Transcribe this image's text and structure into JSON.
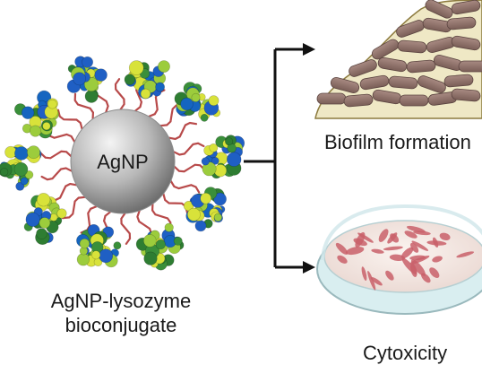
{
  "core": {
    "label": "AgNP"
  },
  "conjugate": {
    "label_line1": "AgNP-lysozyme",
    "label_line2": "bioconjugate"
  },
  "outcomes": [
    {
      "label": "Biofilm formation"
    },
    {
      "label": "Cytoxicity"
    }
  ],
  "colors": {
    "silver": "#b5b5b5",
    "linker": "#b84a4a",
    "protein_blue": "#1f5fc4",
    "protein_green": "#3a8f3a",
    "protein_yellow": "#d8e23a",
    "bacteria": "#8f7069",
    "biofilm_matrix": "#efe8c5",
    "cell": "#c9606a",
    "dish": "#d9eef0"
  }
}
